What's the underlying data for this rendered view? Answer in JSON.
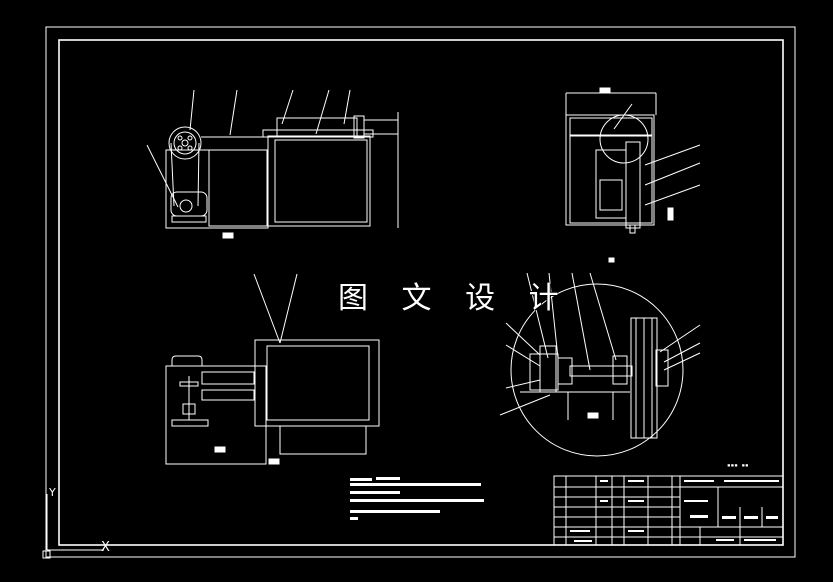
{
  "drawing": {
    "watermark_text": "图 文 设 计",
    "axis_y_label": "Y",
    "axis_x_label": "X"
  },
  "colors": {
    "background": "#000000",
    "line": "#ffffff"
  }
}
